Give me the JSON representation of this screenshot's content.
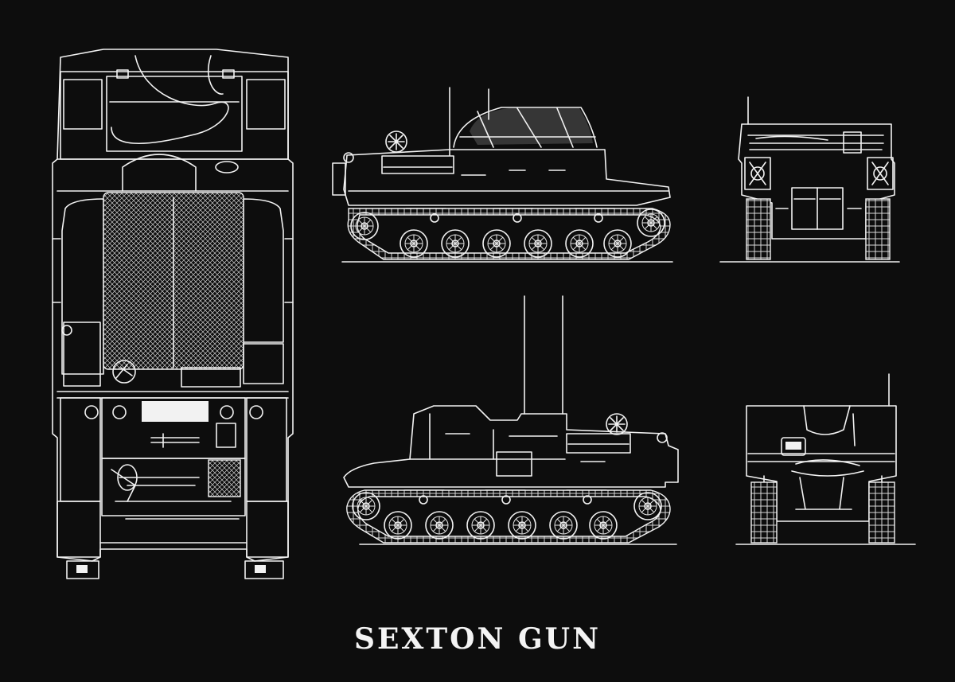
{
  "title": "SEXTON GUN",
  "views": [
    {
      "id": "top-view"
    },
    {
      "id": "side-view-right"
    },
    {
      "id": "rear-view"
    },
    {
      "id": "side-view-left"
    },
    {
      "id": "front-view"
    }
  ],
  "colors": {
    "background": "#0d0d0d",
    "line": "#f2f2f2"
  }
}
